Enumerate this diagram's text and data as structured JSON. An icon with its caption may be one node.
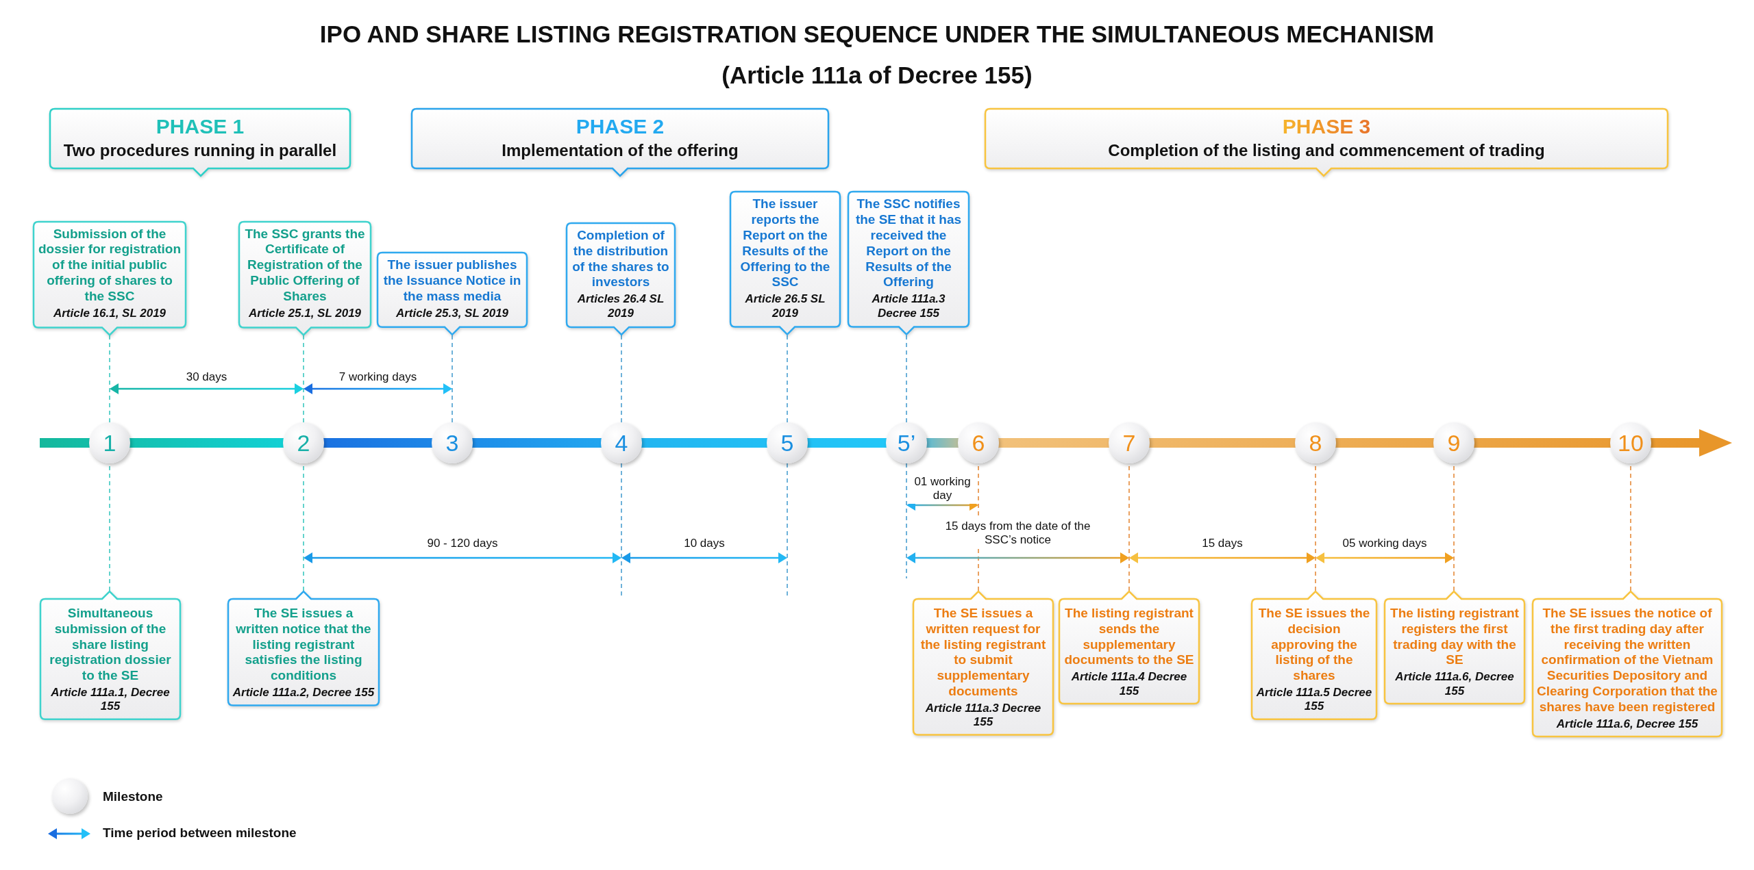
{
  "diagram": {
    "title": "IPO AND SHARE LISTING REGISTRATION SEQUENCE UNDER THE SIMULTANEOUS MECHANISM",
    "nodes": [
      {
        "text": [
          "PHASE 1",
          "Two procedures running in parallel"
        ]
      },
      {
        "text": [
          "PHASE 2",
          "Implementation of the offering"
        ]
      },
      {
        "text": [
          "PHASE 3",
          "Completion of the listing and commencement of trading"
        ]
      },
      {
        "text": [
          "1"
        ]
      },
      {
        "text": [
          "2"
        ]
      },
      {
        "text": [
          "3"
        ]
      },
      {
        "text": [
          "4"
        ]
      },
      {
        "text": [
          "5"
        ]
      },
      {
        "text": [
          "5’"
        ]
      },
      {
        "text": [
          "6"
        ]
      },
      {
        "text": [
          "7"
        ]
      },
      {
        "text": [
          "8"
        ]
      },
      {
        "text": [
          "9"
        ]
      },
      {
        "text": [
          "10"
        ]
      },
      {
        "text": [
          "Submission of the dossier for registration of the initial public offering of shares to the SSC",
          "Article 16.1, SL 2019"
        ]
      },
      {
        "text": [
          "The SSC grants the Certificate of Registration of the Public Offering of Shares",
          "Article 25.1, SL 2019"
        ]
      },
      {
        "text": [
          "The issuer publishes the Issuance Notice in the mass media",
          "Article 25.3, SL 2019"
        ]
      },
      {
        "text": [
          "Completion of the distribution of the shares to investors",
          "Articles 26.4 SL 2019"
        ]
      },
      {
        "text": [
          "The issuer reports the Report on the Results of the Offering to the SSC",
          "Article 26.5 SL 2019"
        ]
      },
      {
        "text": [
          "The SSC notifies the SE that it has received the Report on the Results of the Offering",
          "Article 111a.3 Decree 155"
        ]
      },
      {
        "text": [
          "Simultaneous submission of the share listing registration dossier to the SE",
          "Article 111a.1, Decree 155"
        ]
      },
      {
        "text": [
          "The SE issues a written notice that the listing registrant satisfies the listing conditions",
          "Article 111a.2, Decree 155"
        ]
      },
      {
        "text": [
          "The SE issues a written request for the listing registrant to submit supplementary documents",
          "Article 111a.3 Decree 155"
        ]
      },
      {
        "text": [
          "The listing registrant sends the supplementary documents to the SE",
          "Article 111a.4 Decree 155"
        ]
      },
      {
        "text": [
          "The SE issues the decision approving the listing of the shares",
          "Article 111a.5 Decree 155"
        ]
      },
      {
        "text": [
          "The listing registrant registers the first trading day with the SE",
          "Article 111a.6, Decree 155"
        ]
      },
      {
        "text": [
          "The SE issues the notice of the first trading day after receiving the written confirmation of the Vietnam Securities Depository and Clearing Corporation that the shares have been registered",
          "Article 111a.6, Decree 155"
        ]
      }
    ],
    "edges": [
      {
        "from": 14,
        "to": 3,
        "arrow": "none",
        "style": "dashed",
        "color": "#3cc8c0"
      },
      {
        "from": 15,
        "to": 4,
        "arrow": "none",
        "style": "dashed",
        "color": "#3cc8c0"
      },
      {
        "from": 16,
        "to": 5,
        "arrow": "none",
        "style": "dashed",
        "color": "#4a9fd0"
      },
      {
        "from": 17,
        "to": 6,
        "arrow": "none",
        "style": "dashed",
        "color": "#4a9fd0"
      },
      {
        "from": 18,
        "to": 7,
        "arrow": "none",
        "style": "dashed",
        "color": "#4a9fd0"
      },
      {
        "from": 19,
        "to": 8,
        "arrow": "none",
        "style": "dashed",
        "color": "#4a9fd0"
      },
      {
        "from": 20,
        "to": 3,
        "arrow": "none",
        "style": "dashed",
        "color": "#3cc8c0"
      },
      {
        "from": 21,
        "to": 4,
        "arrow": "none",
        "style": "dashed",
        "color": "#3cc8c0"
      },
      {
        "from": 22,
        "to": 9,
        "arrow": "none",
        "style": "dashed",
        "color": "#e58a3a"
      },
      {
        "from": 23,
        "to": 10,
        "arrow": "none",
        "style": "dashed",
        "color": "#e58a3a"
      },
      {
        "from": 24,
        "to": 11,
        "arrow": "none",
        "style": "dashed",
        "color": "#e58a3a"
      },
      {
        "from": 25,
        "to": 12,
        "arrow": "none",
        "style": "dashed",
        "color": "#e58a3a"
      },
      {
        "from": 26,
        "to": 13,
        "arrow": "none",
        "style": "dashed",
        "color": "#e58a3a"
      }
    ],
    "labels": [
      "(Article 111a of Decree 155)",
      "30 days",
      "7 working days",
      "01 working day",
      "90 - 120 days",
      "10 days",
      "15 days from the date of the SSC’s notice",
      "15 days",
      "05 working days"
    ],
    "legend": [
      {
        "text": "Milestone"
      },
      {
        "text": "Time period between milestone"
      }
    ]
  }
}
